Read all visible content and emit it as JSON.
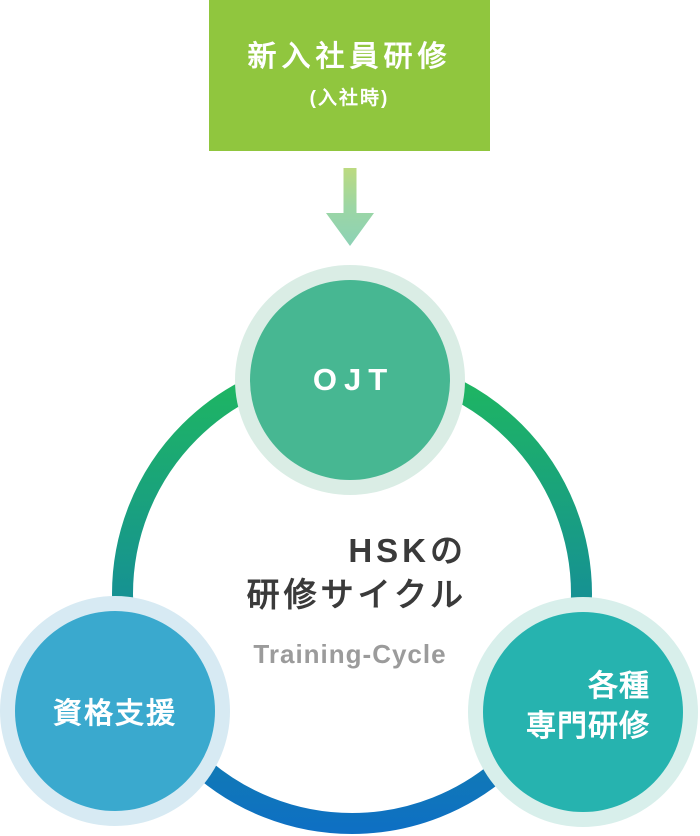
{
  "top_box": {
    "title": "新入社員研修",
    "subtitle": "(入社時)"
  },
  "cycle": {
    "title_line1": "HSKの",
    "title_line2": "研修サイクル",
    "subtitle": "Training-Cycle",
    "nodes": [
      {
        "id": "ojt",
        "label": "OJT"
      },
      {
        "id": "qualification-support",
        "label": "資格支援"
      },
      {
        "id": "specialized-training",
        "label_line1": "各種",
        "label_line2": "専門研修"
      }
    ]
  },
  "icons": {
    "down_arrow_icon": "↓"
  },
  "colors": {
    "box_green": "#90C63E",
    "arrow_gradient_top": "#BCDA80",
    "arrow_gradient_bottom": "#8DD2B6",
    "ring_gradient_top_green": "#1FBA5C",
    "ring_gradient_mid_teal": "#169292",
    "ring_gradient_bottom_blue": "#0E6FC4",
    "node_ojt_fill": "#47B792",
    "node_ojt_ring": "#DAEDE5",
    "node_qualification_fill": "#3AA9CE",
    "node_qualification_ring": "#D7EAF3",
    "node_specialized_fill": "#26B3AF",
    "node_specialized_ring": "#D8EFEB",
    "title_text": "#3A3A3A",
    "subtitle_text": "#9B9B9B",
    "label_text": "#FFFFFF"
  }
}
